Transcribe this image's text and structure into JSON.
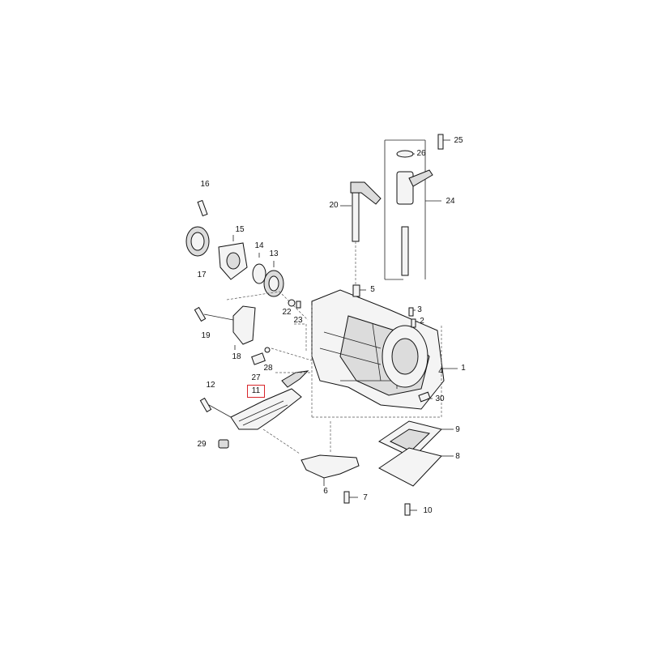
{
  "callouts": [
    {
      "id": "1",
      "label": "1"
    },
    {
      "id": "2",
      "label": "2"
    },
    {
      "id": "3",
      "label": "3"
    },
    {
      "id": "4",
      "label": "4"
    },
    {
      "id": "5",
      "label": "5"
    },
    {
      "id": "6",
      "label": "6"
    },
    {
      "id": "7",
      "label": "7"
    },
    {
      "id": "8",
      "label": "8"
    },
    {
      "id": "9",
      "label": "9"
    },
    {
      "id": "10",
      "label": "10"
    },
    {
      "id": "11",
      "label": "11",
      "highlight": true
    },
    {
      "id": "12",
      "label": "12"
    },
    {
      "id": "13",
      "label": "13"
    },
    {
      "id": "14",
      "label": "14"
    },
    {
      "id": "15",
      "label": "15"
    },
    {
      "id": "16",
      "label": "16"
    },
    {
      "id": "17",
      "label": "17"
    },
    {
      "id": "18",
      "label": "18"
    },
    {
      "id": "19",
      "label": "19"
    },
    {
      "id": "20",
      "label": "20"
    },
    {
      "id": "22",
      "label": "22"
    },
    {
      "id": "23",
      "label": "23"
    },
    {
      "id": "24",
      "label": "24"
    },
    {
      "id": "25",
      "label": "25"
    },
    {
      "id": "26",
      "label": "26"
    },
    {
      "id": "27",
      "label": "27"
    },
    {
      "id": "28",
      "label": "28"
    },
    {
      "id": "29",
      "label": "29"
    },
    {
      "id": "30",
      "label": "30"
    }
  ],
  "colors": {
    "highlight": "#d8252a",
    "line": "#222222"
  }
}
